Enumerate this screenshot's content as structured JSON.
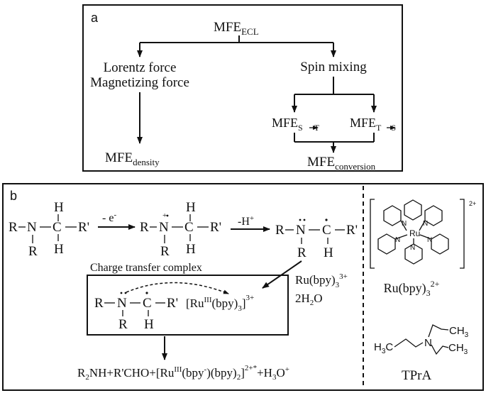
{
  "panel_a": {
    "label": "a",
    "root": {
      "base": "MFE",
      "sub": "ECL"
    },
    "left_branch": [
      "Lorentz force",
      "Magnetizing force"
    ],
    "left_result": {
      "base": "MFE",
      "sub": "density"
    },
    "right_branch": "Spin mixing",
    "mfe_s_t": {
      "base": "MFE",
      "sub1": "S",
      "sub2": "T"
    },
    "mfe_t_s": {
      "base": "MFE",
      "sub1": "T",
      "sub2": "S"
    },
    "right_result": {
      "base": "MFE",
      "sub": "conversion"
    }
  },
  "panel_b": {
    "label": "b",
    "step1_label": "- e",
    "step1_sup": "-",
    "step2_label": "-H",
    "step2_sup": "+",
    "complex_title": "Charge transfer complex",
    "ru_reagent_line1": "Ru(bpy)",
    "ru_reagent_sub": "3",
    "ru_reagent_sup": "3+",
    "ru_reagent_line2": "2H",
    "ru_reagent_line2_sub": "2",
    "ru_reagent_line2_end": "O",
    "ru_complex_label": "Ru(bpy)",
    "ru_complex_sub": "3",
    "ru_complex_sup": "2+",
    "ru_charge": "2+",
    "tpra_label": "TPrA",
    "tpra_left": "H",
    "tpra_left_sub": "3",
    "tpra_left_end": "C",
    "tpra_n": "N",
    "tpra_ch3_top": "CH",
    "tpra_ch3_top_sub": "3",
    "tpra_ch3_bot": "CH",
    "tpra_ch3_bot_sub": "3",
    "atoms": {
      "R": "R",
      "N": "N",
      "C": "C",
      "H": "H",
      "Rp": "R'",
      "Ru": "Ru"
    },
    "complex_ru": "[Ru",
    "complex_ru_sup": "III",
    "complex_ru_mid": "(bpy)",
    "complex_ru_sub": "3",
    "complex_ru_end": "]",
    "complex_ru_charge": "3+",
    "product": {
      "p1": "R",
      "p1_sub": "2",
      "p2": "NH+R'CHO+[Ru",
      "p2_sup": "III",
      "p3": "(bpy",
      "p3_sup": "-",
      "p4": ")(bpy)",
      "p4_sub": "2",
      "p5": "]",
      "p5_sup": "2+*",
      "p6": "+H",
      "p6_sub": "3",
      "p7": "O",
      "p7_sup": "+"
    }
  }
}
